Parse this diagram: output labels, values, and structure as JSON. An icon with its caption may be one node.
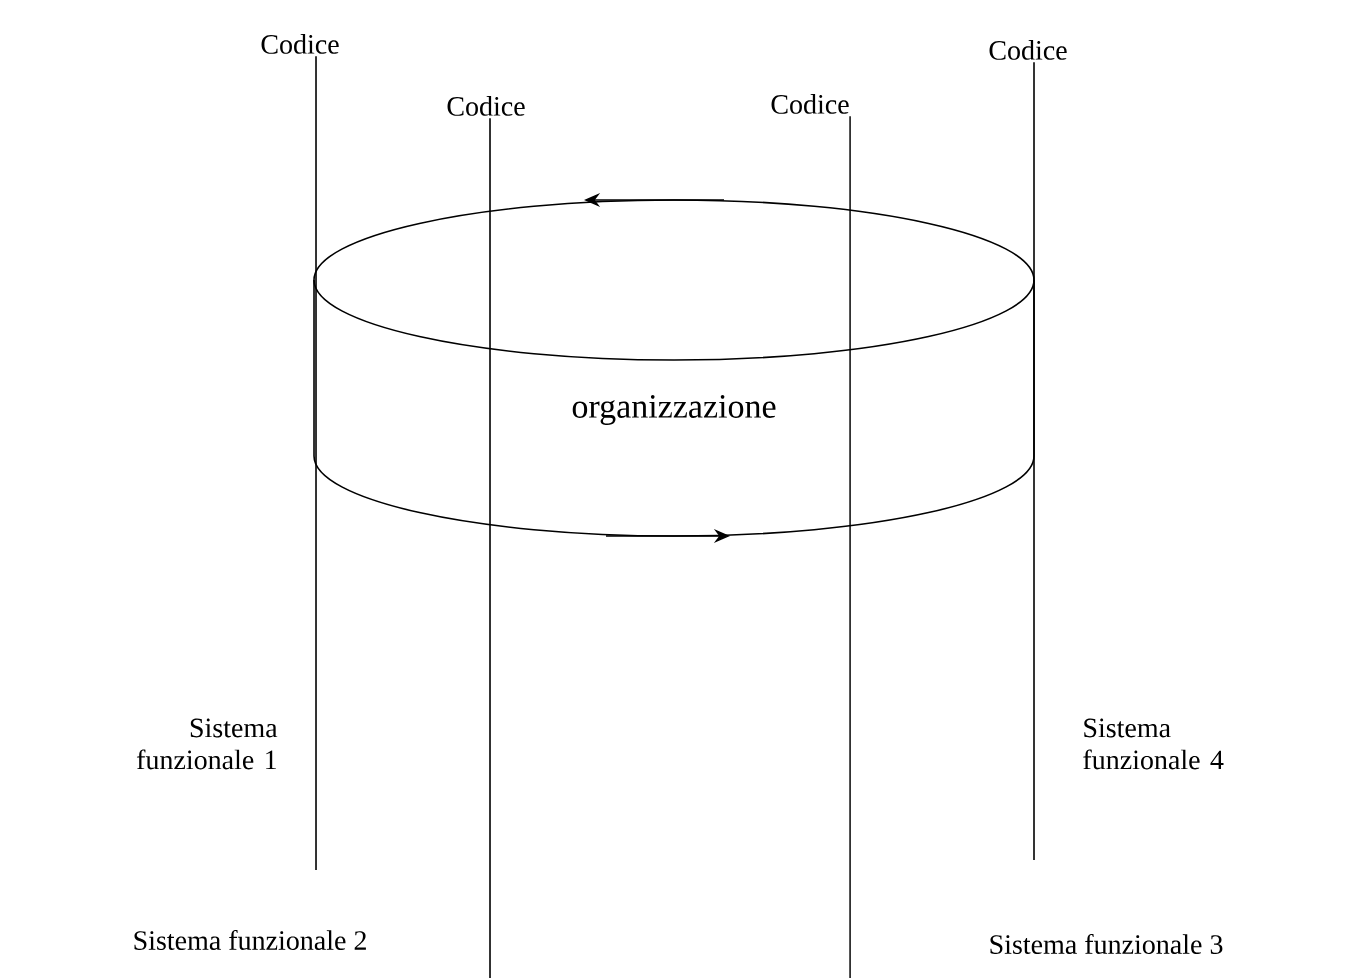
{
  "diagram": {
    "nodes": [
      {
        "text": [
          "organizzazione"
        ]
      },
      {
        "text": [
          "Codice"
        ]
      },
      {
        "text": [
          "Codice"
        ]
      },
      {
        "text": [
          "Codice"
        ]
      },
      {
        "text": [
          "Codice"
        ]
      }
    ],
    "edges": [
      {
        "from": 1,
        "to": null,
        "arrow": "none"
      },
      {
        "from": 2,
        "to": null,
        "arrow": "none"
      },
      {
        "from": 3,
        "to": null,
        "arrow": "none"
      },
      {
        "from": 4,
        "to": null,
        "arrow": "none"
      }
    ],
    "labels": [
      "Sistema funzionale 1",
      "Sistema funzionale 4",
      "Sistema funzionale 2",
      "Sistema funzionale 3"
    ]
  }
}
